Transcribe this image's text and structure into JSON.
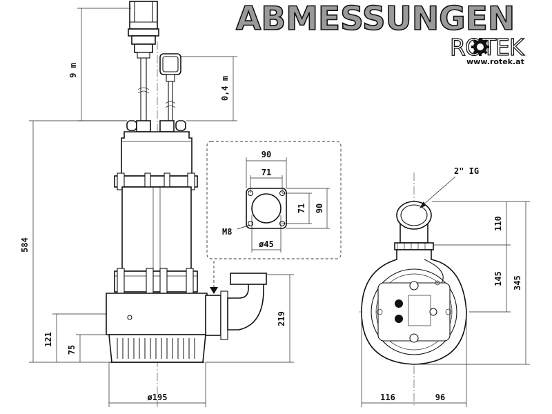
{
  "header": {
    "title": "ABMESSUNGEN",
    "brand_text": "ROTEK",
    "url": "www.rotek.at"
  },
  "dimensions": {
    "cable_length": "9 m",
    "float_cable": "0,4 m",
    "overall_height": "584",
    "height_121": "121",
    "height_75": "75",
    "diameter": "ø195",
    "outlet_height": "219",
    "flange_width": "90",
    "flange_hole_spacing_h": "71",
    "flange_hole_spacing_v": "71",
    "flange_height": "90",
    "flange_bore": "ø45",
    "flange_bolt": "M8",
    "thread": "2\" IG",
    "top_height_110": "110",
    "mid_height_145": "145",
    "side_height_345": "345",
    "base_116": "116",
    "base_96": "96"
  },
  "colors": {
    "title_fill": "#9a9a9a",
    "line": "#111111",
    "background": "#ffffff"
  }
}
